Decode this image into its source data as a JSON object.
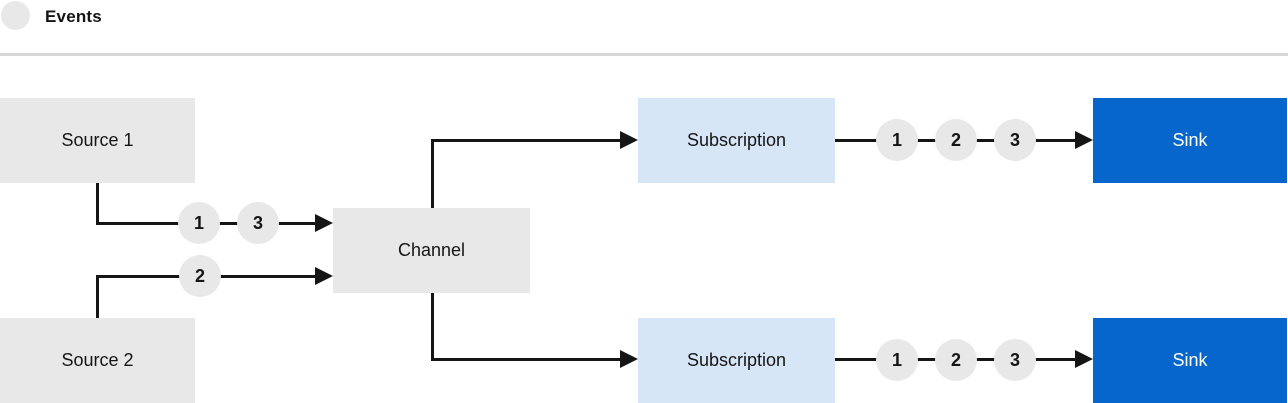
{
  "legend": {
    "label": "Events"
  },
  "nodes": {
    "source1": {
      "label": "Source 1"
    },
    "source2": {
      "label": "Source 2"
    },
    "channel": {
      "label": "Channel"
    },
    "subscription_top": {
      "label": "Subscription"
    },
    "subscription_bottom": {
      "label": "Subscription"
    },
    "sink_top": {
      "label": "Sink"
    },
    "sink_bottom": {
      "label": "Sink"
    }
  },
  "events": {
    "source1_to_channel": [
      "1",
      "3"
    ],
    "source2_to_channel": [
      "2"
    ],
    "subscription_top_to_sink": [
      "1",
      "2",
      "3"
    ],
    "subscription_bottom_to_sink": [
      "1",
      "2",
      "3"
    ]
  },
  "colors": {
    "node_gray": "#e8e8e8",
    "subscription_light_blue": "#d7e6f7",
    "sink_blue": "#0666cc",
    "line_dark": "#151515",
    "text_dark": "#151515",
    "sink_text": "#ffffff",
    "separator_gray": "#d7d7d7",
    "background": "#ffffff"
  }
}
